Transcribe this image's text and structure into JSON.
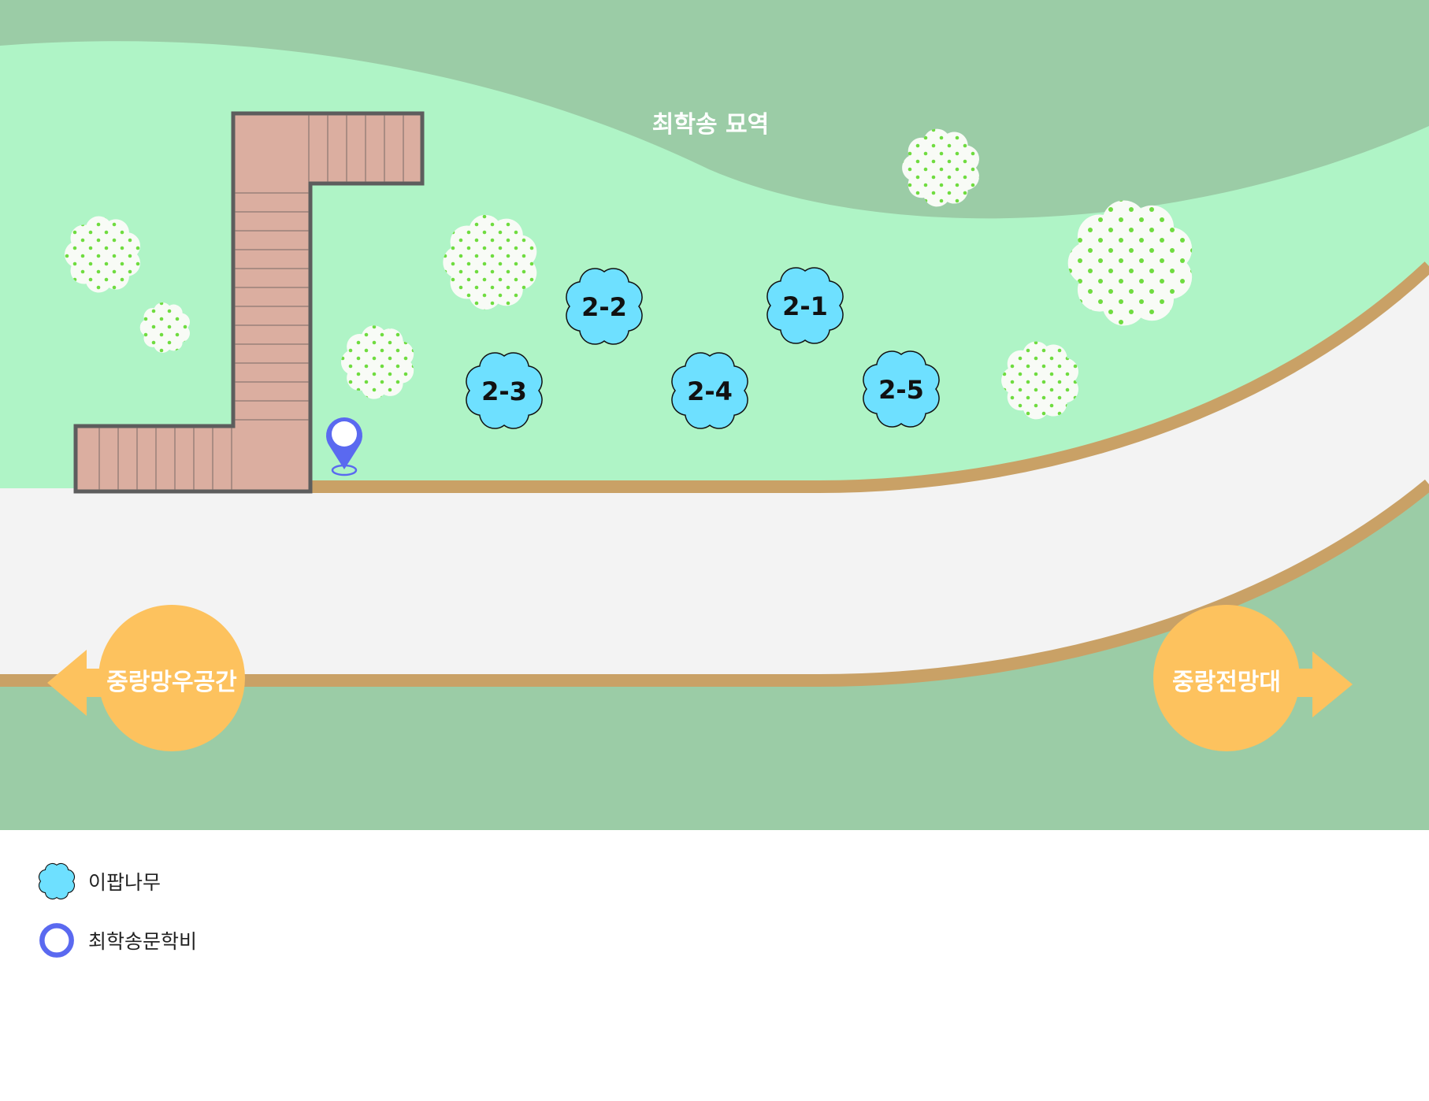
{
  "colors": {
    "dark_grass": "#9bcca6",
    "light_grass": "#aff4c6",
    "path": "#f3f3f3",
    "path_edge": "#c9a166",
    "boardwalk": "#dbaea0",
    "boardwalk_edge": "#5d5d5d",
    "tree_marker": "#6ee0ff",
    "shrub_dot": "#6fdc3f",
    "pin": "#5a69f0",
    "destination": "#fdc25e"
  },
  "map": {
    "area_label": "최학송 묘역",
    "trees": [
      {
        "id": "2-1",
        "label": "2-1",
        "icon": "tree-cloud-icon"
      },
      {
        "id": "2-2",
        "label": "2-2",
        "icon": "tree-cloud-icon"
      },
      {
        "id": "2-3",
        "label": "2-3",
        "icon": "tree-cloud-icon"
      },
      {
        "id": "2-4",
        "label": "2-4",
        "icon": "tree-cloud-icon"
      },
      {
        "id": "2-5",
        "label": "2-5",
        "icon": "tree-cloud-icon"
      }
    ],
    "destinations": {
      "left": {
        "label": "중랑망우공간",
        "icon": "arrow-left-icon"
      },
      "right": {
        "label": "중랑전망대",
        "icon": "arrow-right-icon"
      }
    },
    "monument_pin": {
      "icon": "location-pin-icon"
    }
  },
  "legend": {
    "items": [
      {
        "label": "이팝나무",
        "icon": "tree-cloud-icon"
      },
      {
        "label": "최학송문학비",
        "icon": "ring-icon"
      }
    ]
  }
}
